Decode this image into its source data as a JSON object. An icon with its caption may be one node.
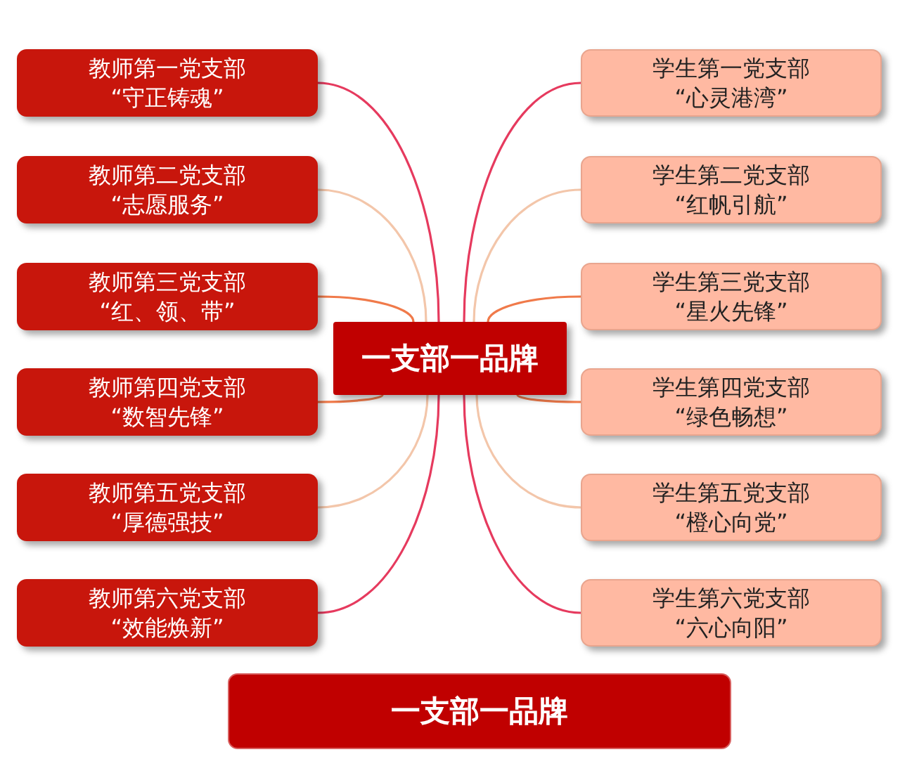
{
  "diagram": {
    "nodes": [
      {
        "text": [
          "教师第一党支部",
          "“守正铸魂”"
        ]
      },
      {
        "text": [
          "学生第一党支部",
          "“心灵港湾”"
        ]
      },
      {
        "text": [
          "教师第二党支部",
          "“志愿服务”"
        ]
      },
      {
        "text": [
          "学生第二党支部",
          "“红帆引航”"
        ]
      },
      {
        "text": [
          "教师第三党支部",
          "“红、领、带”"
        ]
      },
      {
        "text": [
          "学生第三党支部",
          "“星火先锋”"
        ]
      },
      {
        "text": [
          "一支部一品牌"
        ]
      },
      {
        "text": [
          "教师第四党支部",
          "“数智先锋”"
        ]
      },
      {
        "text": [
          "学生第四党支部",
          "“绿色畅想”"
        ]
      },
      {
        "text": [
          "教师第五党支部",
          "“厚德强技”"
        ]
      },
      {
        "text": [
          "学生第五党支部",
          "“橙心向党”"
        ]
      },
      {
        "text": [
          "教师第六党支部",
          "“效能焕新”"
        ]
      },
      {
        "text": [
          "学生第六党支部",
          "“六心向阳”"
        ]
      },
      {
        "text": [
          "一支部一品牌"
        ]
      }
    ],
    "edges": [
      {
        "from": 6,
        "to": 0,
        "arrow": "none",
        "color": "#e63a5e"
      },
      {
        "from": 6,
        "to": 1,
        "arrow": "none",
        "color": "#e63a5e"
      },
      {
        "from": 6,
        "to": 2,
        "arrow": "none",
        "color": "#f3c6aa"
      },
      {
        "from": 6,
        "to": 3,
        "arrow": "none",
        "color": "#f3c6aa"
      },
      {
        "from": 6,
        "to": 4,
        "arrow": "none",
        "color": "#f07a4a"
      },
      {
        "from": 6,
        "to": 5,
        "arrow": "none",
        "color": "#f07a4a"
      },
      {
        "from": 6,
        "to": 7,
        "arrow": "none",
        "color": "#f07a4a"
      },
      {
        "from": 6,
        "to": 8,
        "arrow": "none",
        "color": "#f07a4a"
      },
      {
        "from": 6,
        "to": 9,
        "arrow": "none",
        "color": "#f3c6aa"
      },
      {
        "from": 6,
        "to": 10,
        "arrow": "none",
        "color": "#f3c6aa"
      },
      {
        "from": 6,
        "to": 11,
        "arrow": "none",
        "color": "#e63a5e"
      },
      {
        "from": 6,
        "to": 12,
        "arrow": "none",
        "color": "#e63a5e"
      }
    ]
  }
}
